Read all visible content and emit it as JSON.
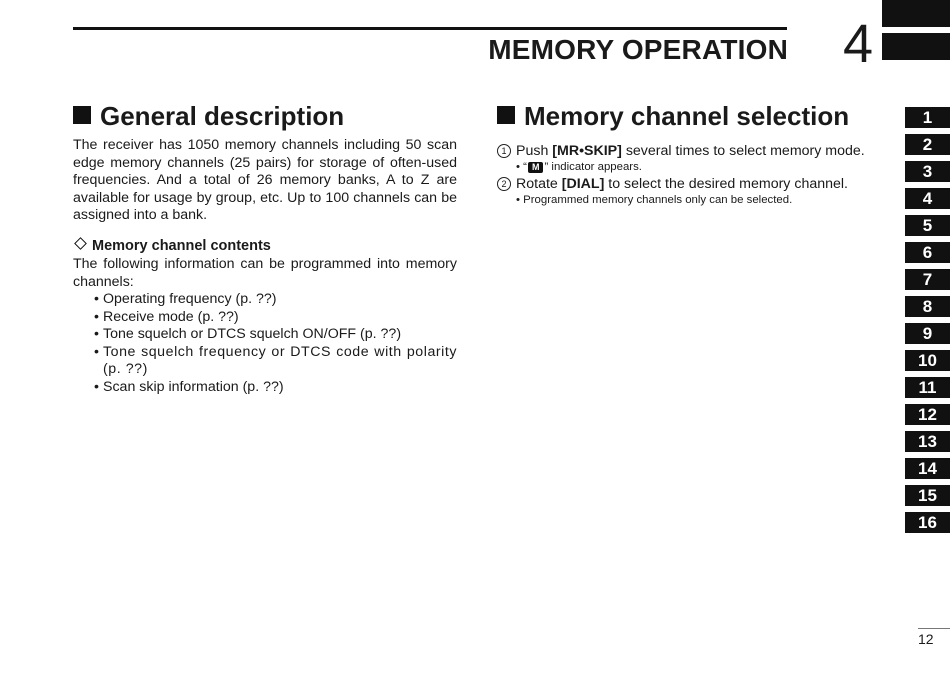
{
  "header": {
    "chapter_title": "MEMORY OPERATION",
    "chapter_number": "4"
  },
  "general": {
    "heading": "General description",
    "paragraph": "The receiver has 1050 memory channels including 50 scan edge memory channels (25 pairs) for storage of often-used frequencies. And a total of 26 memory banks, A to Z are available for usage by group, etc. Up to 100 channels can be assigned into a bank.",
    "sub_heading": "Memory channel contents",
    "sub_paragraph": "The following information can be programmed into memory channels:",
    "items": [
      "Operating frequency (p. ??)",
      "Receive mode (p. ??)",
      "Tone squelch or DTCS squelch ON/OFF (p. ??)",
      "Tone squelch frequency or DTCS code with polarity (p. ??)",
      "Scan skip information (p. ??)"
    ]
  },
  "selection": {
    "heading": "Memory channel selection",
    "step1": {
      "num": "1",
      "pre": "Push ",
      "key": "[MR•SKIP]",
      "post": " several times to select memory mode."
    },
    "note1": {
      "pre": "• “",
      "badge": "M",
      "post": "” indicator appears."
    },
    "step2": {
      "num": "2",
      "pre": "Rotate ",
      "key": "[DIAL]",
      "post": " to select the desired memory channel."
    },
    "note2": "• Programmed memory channels only can be selected."
  },
  "tabs": [
    "1",
    "2",
    "3",
    "4",
    "5",
    "6",
    "7",
    "8",
    "9",
    "10",
    "11",
    "12",
    "13",
    "14",
    "15",
    "16"
  ],
  "page_number": "12"
}
